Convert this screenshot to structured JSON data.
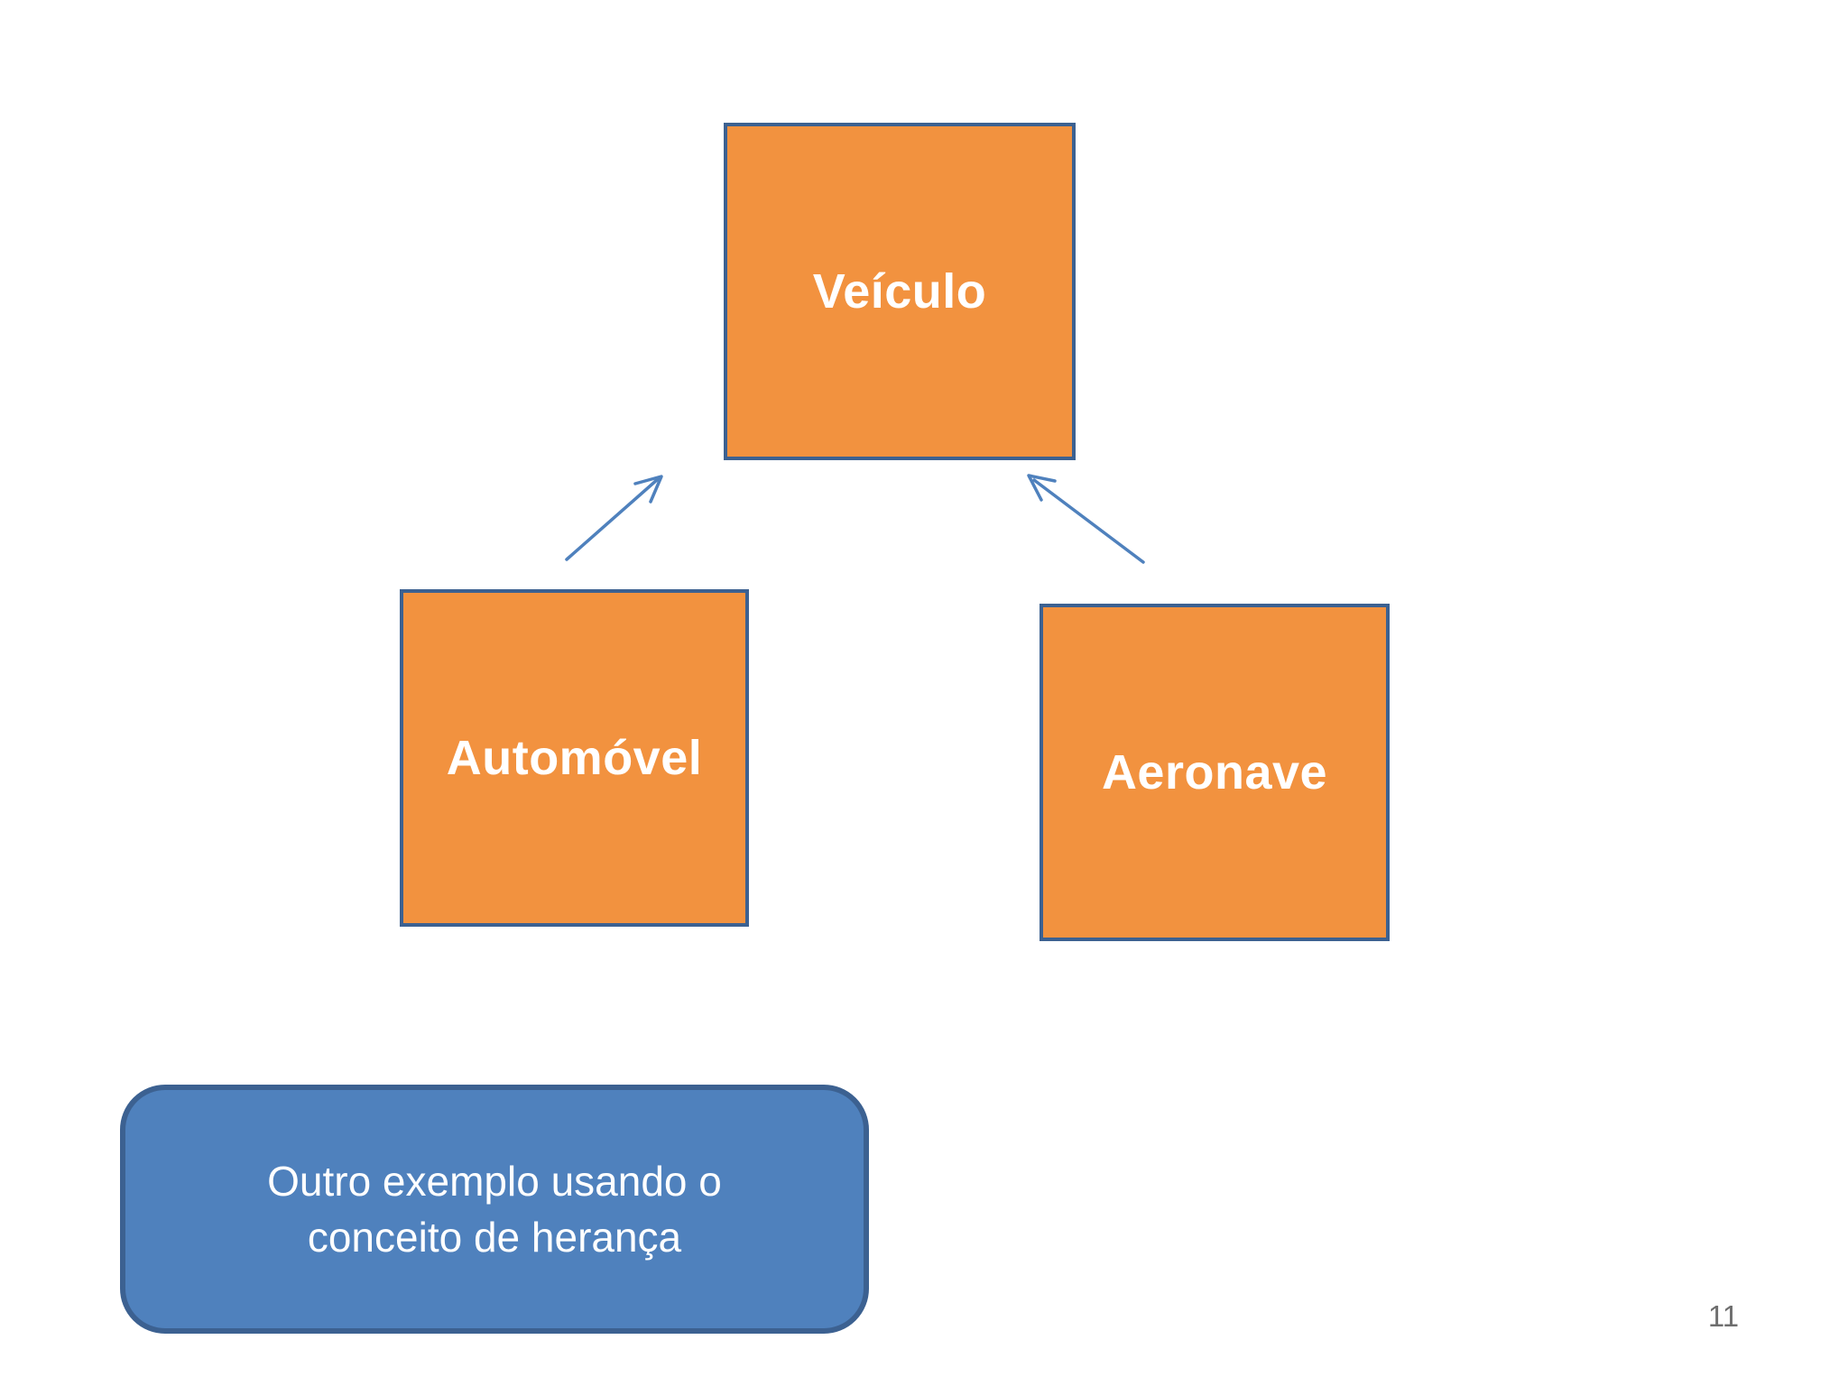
{
  "slide": {
    "page_number": "11",
    "nodes": [
      {
        "id": "veiculo",
        "label": "Veículo"
      },
      {
        "id": "automovel",
        "label": "Automóvel"
      },
      {
        "id": "aeronave",
        "label": "Aeronave"
      }
    ],
    "arrows": [
      {
        "from": "automovel",
        "to": "veiculo"
      },
      {
        "from": "aeronave",
        "to": "veiculo"
      }
    ],
    "callout": {
      "lines": [
        "Outro exemplo usando o",
        "conceito de herança"
      ]
    },
    "colors": {
      "node_fill": "#F2923F",
      "node_border": "#3C6191",
      "arrow": "#4F81BD",
      "callout_fill": "#4F81BD",
      "callout_border": "#3C6191",
      "page_number": "#6E6E6E"
    }
  }
}
